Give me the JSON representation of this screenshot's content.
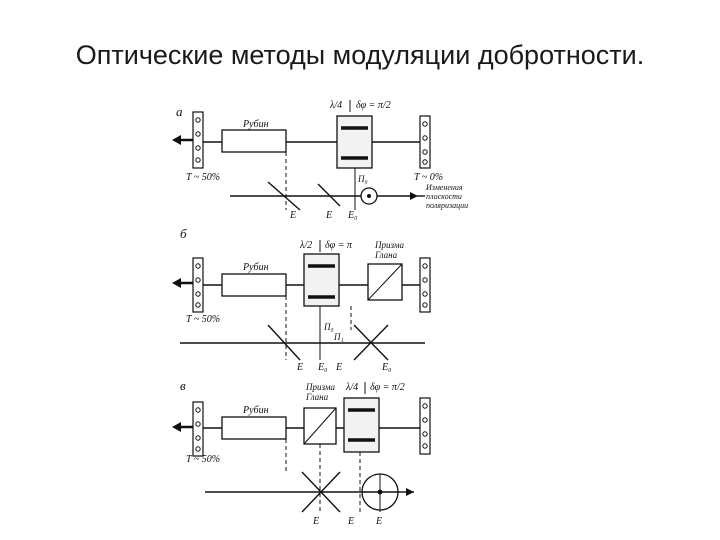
{
  "title": "Оптические методы модуляции добротности.",
  "panels": [
    {
      "letter": "а",
      "rod": "Рубин",
      "cell": "λ/4",
      "phase": "δφ = π/2",
      "t_left": "T ~ 50%",
      "t_right": "T ~ 0%",
      "polarizer": "П₀",
      "note": [
        "Изменения",
        "плоскости",
        "поляризации"
      ],
      "e_labels": [
        "E",
        "E",
        "E₀"
      ]
    },
    {
      "letter": "б",
      "rod": "Рубин",
      "cell": "λ/2",
      "phase": "δφ = π",
      "prism": [
        "Призма",
        "Глана"
      ],
      "t_left": "T ~ 50%",
      "polarizer": "П₀",
      "polarizer2": "П₁",
      "e_labels": [
        "E",
        "E₀",
        "E",
        "E₀"
      ]
    },
    {
      "letter": "в",
      "rod": "Рубин",
      "prism": [
        "Призма",
        "Глана"
      ],
      "cell": "λ/4",
      "phase": "δφ = π/2",
      "t_left": "T ~ 50%",
      "e_labels": [
        "E",
        "E",
        "E"
      ]
    }
  ]
}
